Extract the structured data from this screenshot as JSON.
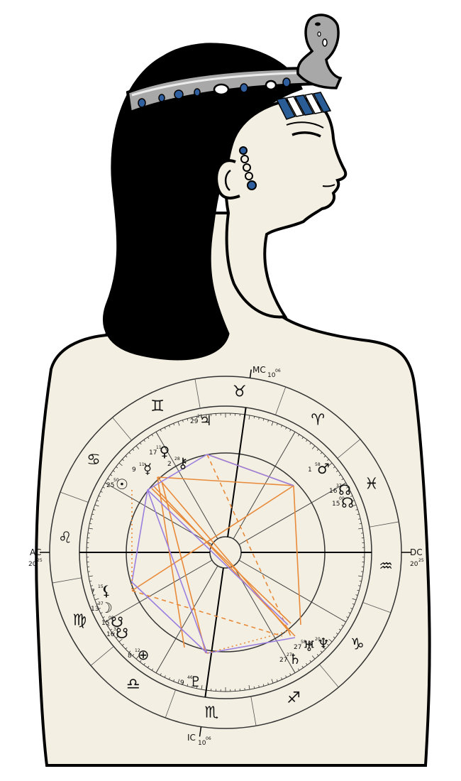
{
  "colors": {
    "skin": "#f3efe2",
    "hair": "#000000",
    "headband_silver": "#a8a8a8",
    "headband_gem": "#2f5f9e",
    "stripe_blue": "#2a5d96",
    "aspect_orange": "#e88a3a",
    "aspect_purple": "#9a7ee0",
    "ring_line": "#333333"
  },
  "icons": [
    "cobra-icon",
    "headband-icon",
    "earring-icon"
  ],
  "chart": {
    "angles": {
      "ac": {
        "label": "AC",
        "deg": "20",
        "min": "25"
      },
      "dc": {
        "label": "DC",
        "deg": "20",
        "min": "25"
      },
      "mc": {
        "label": "MC",
        "deg": "10",
        "min": "06"
      },
      "ic": {
        "label": "IC",
        "deg": "10",
        "min": "06"
      }
    },
    "signs": [
      "♈",
      "♉",
      "♊",
      "♋",
      "♌",
      "♍",
      "♎",
      "♏",
      "♐",
      "♑",
      "♒",
      "♓"
    ],
    "planets": [
      {
        "name": "jupiter",
        "glyph": "♃",
        "deg": "29",
        "min": "21"
      },
      {
        "name": "venus",
        "glyph": "♀",
        "deg": "17",
        "min": "11"
      },
      {
        "name": "chiron",
        "glyph": "⚷",
        "deg": "2",
        "min": "28"
      },
      {
        "name": "mercury",
        "glyph": "☿",
        "deg": "9",
        "min": "11"
      },
      {
        "name": "sun",
        "glyph": "☉",
        "deg": "25",
        "min": "50"
      },
      {
        "name": "mars",
        "glyph": "♂",
        "deg": "1",
        "min": "58"
      },
      {
        "name": "north-node",
        "glyph": "☊",
        "deg": "16",
        "min": "37"
      },
      {
        "name": "true-node",
        "glyph": "☊",
        "deg": "15",
        "min": "00"
      },
      {
        "name": "lilith",
        "glyph": "⚸",
        "deg": "7",
        "min": "15"
      },
      {
        "name": "moon",
        "glyph": "☽",
        "deg": "13",
        "min": "37"
      },
      {
        "name": "south-node-true",
        "glyph": "☋",
        "deg": "15",
        "min": "00"
      },
      {
        "name": "south-node",
        "glyph": "☋",
        "deg": "16",
        "min": "37"
      },
      {
        "name": "fortune",
        "glyph": "⊕",
        "deg": "8",
        "min": "12"
      },
      {
        "name": "pluto",
        "glyph": "♇",
        "deg": "9",
        "min": "46"
      },
      {
        "name": "neptune",
        "glyph": "♆",
        "deg": "8",
        "min": "20"
      },
      {
        "name": "uranus",
        "glyph": "♅",
        "deg": "27",
        "min": "58"
      },
      {
        "name": "saturn",
        "glyph": "♄",
        "deg": "27",
        "min": "27"
      }
    ]
  }
}
